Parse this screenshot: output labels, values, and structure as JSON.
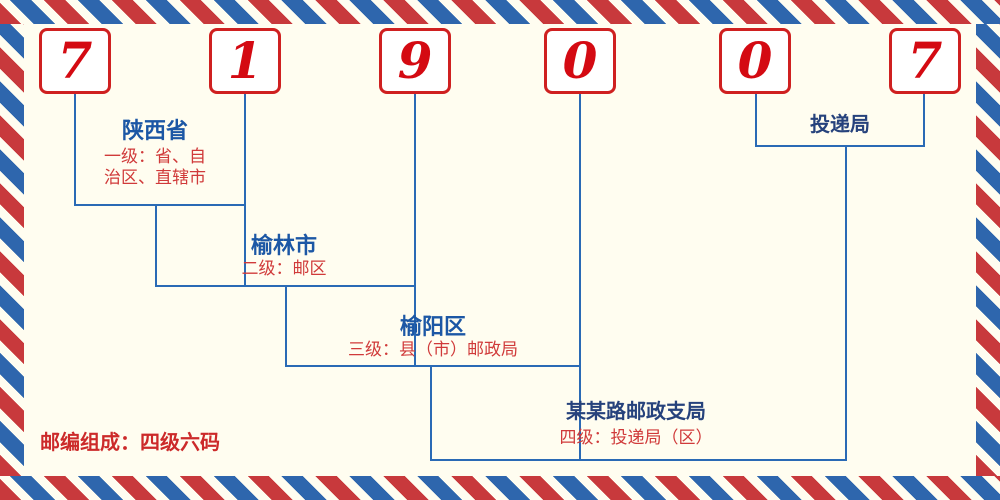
{
  "diagram": {
    "digits": [
      "7",
      "1",
      "9",
      "0",
      "0",
      "7"
    ],
    "levels": [
      {
        "name": "陕西省",
        "desc_lines": [
          "一级：省、自",
          "治区、直辖市"
        ]
      },
      {
        "name": "榆林市",
        "desc_lines": [
          "二级：邮区"
        ]
      },
      {
        "name": "榆阳区",
        "desc_lines": [
          "三级：县（市）邮政局"
        ]
      },
      {
        "name": "某某路邮政支局",
        "desc_lines": [
          "四级：投递局（区）"
        ]
      }
    ],
    "delivery_label": "投递局",
    "footer_note": "邮编组成：四级六码"
  },
  "colors": {
    "background": "#fffdf0",
    "digit_red": "#d40a12",
    "box_border_red": "#cf2020",
    "label_blue": "#1c57a5",
    "label_navy": "#26427c",
    "desc_red": "#d03a3a",
    "line_blue": "#2a6ab5",
    "stripe_red": "#c8393c",
    "stripe_blue": "#2e66ad",
    "footer_red": "#cc2a2a"
  }
}
